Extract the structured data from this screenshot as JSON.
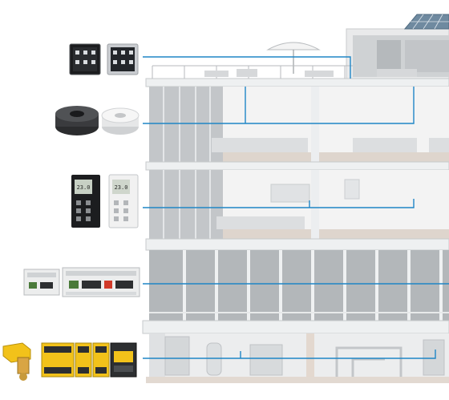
{
  "colors": {
    "background": "#ffffff",
    "building_glass": "#b9bcbf",
    "building_frame": "#f2f3f4",
    "interior_floor": "#dcd3cc",
    "connection_line": "#1f86c6",
    "device_black": "#1c1d1f",
    "device_white": "#eeeeee",
    "actuator_yellow": "#f2c21a"
  },
  "device_groups": [
    {
      "id": "touch-panels",
      "icon": "touch-panel-icon",
      "count": 2
    },
    {
      "id": "presence-detectors",
      "icon": "presence-detector-icon",
      "count": 2
    },
    {
      "id": "room-thermostats",
      "icon": "room-thermostat-icon",
      "count": 2,
      "display_text": "23.0"
    },
    {
      "id": "controllers",
      "icon": "controller-module-icon",
      "count": 2
    },
    {
      "id": "actuators",
      "icon": "din-rail-actuator-icon",
      "count": 4
    },
    {
      "id": "valve-drive",
      "icon": "valve-actuator-icon",
      "count": 1
    }
  ],
  "levels": [
    {
      "id": "roof-level"
    },
    {
      "id": "office-level-upper"
    },
    {
      "id": "office-level-lower"
    },
    {
      "id": "lobby-level"
    },
    {
      "id": "plant-room-level"
    }
  ]
}
